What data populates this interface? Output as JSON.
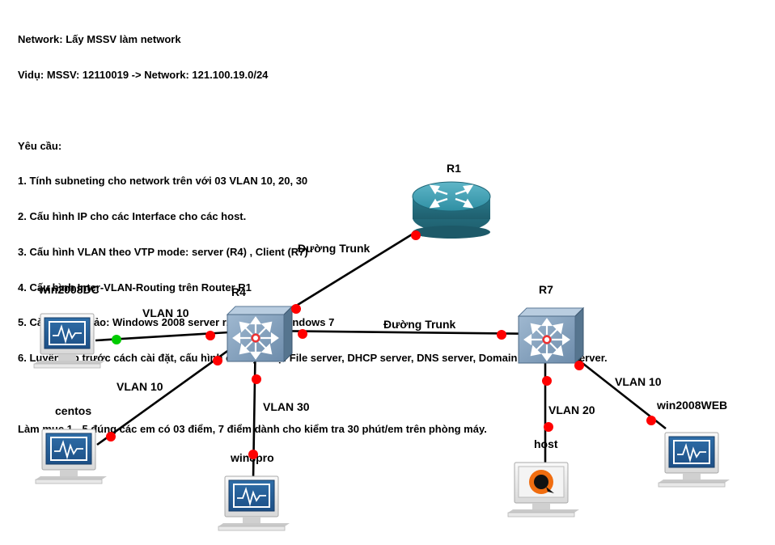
{
  "header": {
    "lines": [
      "Network: Lấy MSSV làm network",
      "Vidụ: MSSV: 12110019 -> Network: 121.100.19.0/24",
      "",
      "Yêu cầu:",
      "1. Tính subneting cho network trên với 03 VLAN 10, 20, 30",
      "2. Cấu hình IP cho các Interface cho các host.",
      "3. Cấu hình VLAN theo VTP mode: server (R4) , Client (R7)",
      "4. Cấu hình Inter-VLAN-Routing trên Router R1",
      "5. Cài sẵn máy ảo: Windows 2008 server r2, Centos, Windows 7",
      "6. Luyện tập trước cách cài đặt, cấu hình các dịch vụ: File server, DHCP server, DNS server, Domain Controller server.",
      "",
      "Làm mục 1 - 5 đúng các em có 03 điểm, 7 điểm dành cho kiểm tra 30 phút/em trên phòng máy."
    ]
  },
  "devices": {
    "r1": {
      "name": "R1",
      "icon": "router-icon"
    },
    "r4": {
      "name": "R4",
      "icon": "multilayer-switch-icon"
    },
    "r7": {
      "name": "R7",
      "icon": "multilayer-switch-icon"
    },
    "win2008dc": {
      "name": "win2008DC",
      "icon": "computer-icon"
    },
    "centos": {
      "name": "centos",
      "icon": "computer-icon"
    },
    "win8pro": {
      "name": "win8pro",
      "icon": "computer-icon"
    },
    "host": {
      "name": "host",
      "icon": "qemu-host-icon"
    },
    "win2008web": {
      "name": "win2008WEB",
      "icon": "computer-icon"
    }
  },
  "links": {
    "r4_r1": "Đường Trunk",
    "r4_r7": "Đường Trunk",
    "r4_win2008dc": "VLAN 10",
    "r4_centos": "VLAN 10",
    "r4_win8pro": "VLAN 30",
    "r7_host": "VLAN 20",
    "r7_win2008web": "VLAN 10"
  },
  "colors": {
    "port_down": "#ff0000",
    "port_up": "#00cc00",
    "router_body": "#2f7f93",
    "switch_body": "#7d9bb8",
    "link": "#000000"
  }
}
